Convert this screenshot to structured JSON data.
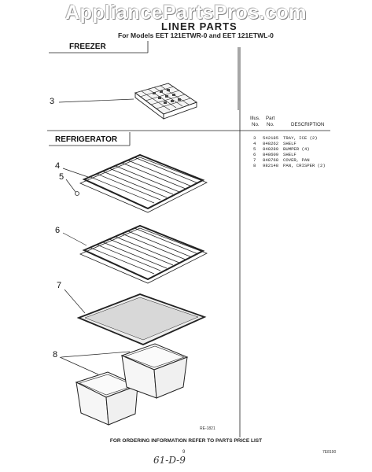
{
  "watermark": "AppliancePartsPros.com",
  "header": {
    "title": "LINER PARTS",
    "subtitle": "For Models EET 121ETWR-0 and EET 121ETWL-0"
  },
  "sections": {
    "freezer": "FREEZER",
    "refrigerator": "REFRIGERATOR"
  },
  "legend": {
    "col1_top": "Illus.",
    "col1_bottom": "No.",
    "col2_top": "Part",
    "col2_bottom": "No.",
    "col3": "DESCRIPTION",
    "rows": [
      {
        "illus": "3",
        "part": "542185",
        "desc": "TRAY, ICE (2)"
      },
      {
        "illus": "4",
        "part": "848262",
        "desc": "SHELF"
      },
      {
        "illus": "5",
        "part": "848289",
        "desc": "BUMPER (4)"
      },
      {
        "illus": "6",
        "part": "848609",
        "desc": "SHELF"
      },
      {
        "illus": "7",
        "part": "848768",
        "desc": "COVER, PAN"
      },
      {
        "illus": "8",
        "part": "982148",
        "desc": "PAN, CRISPER (2)"
      }
    ]
  },
  "callouts": [
    "3",
    "4",
    "5",
    "6",
    "7",
    "8"
  ],
  "footer": {
    "ref_code": "RE-1821",
    "order_note": "FOR ORDERING INFORMATION REFER TO PARTS PRICE LIST",
    "page_number": "9",
    "doc_code": "7E8190",
    "handwritten": "61-D-9"
  }
}
